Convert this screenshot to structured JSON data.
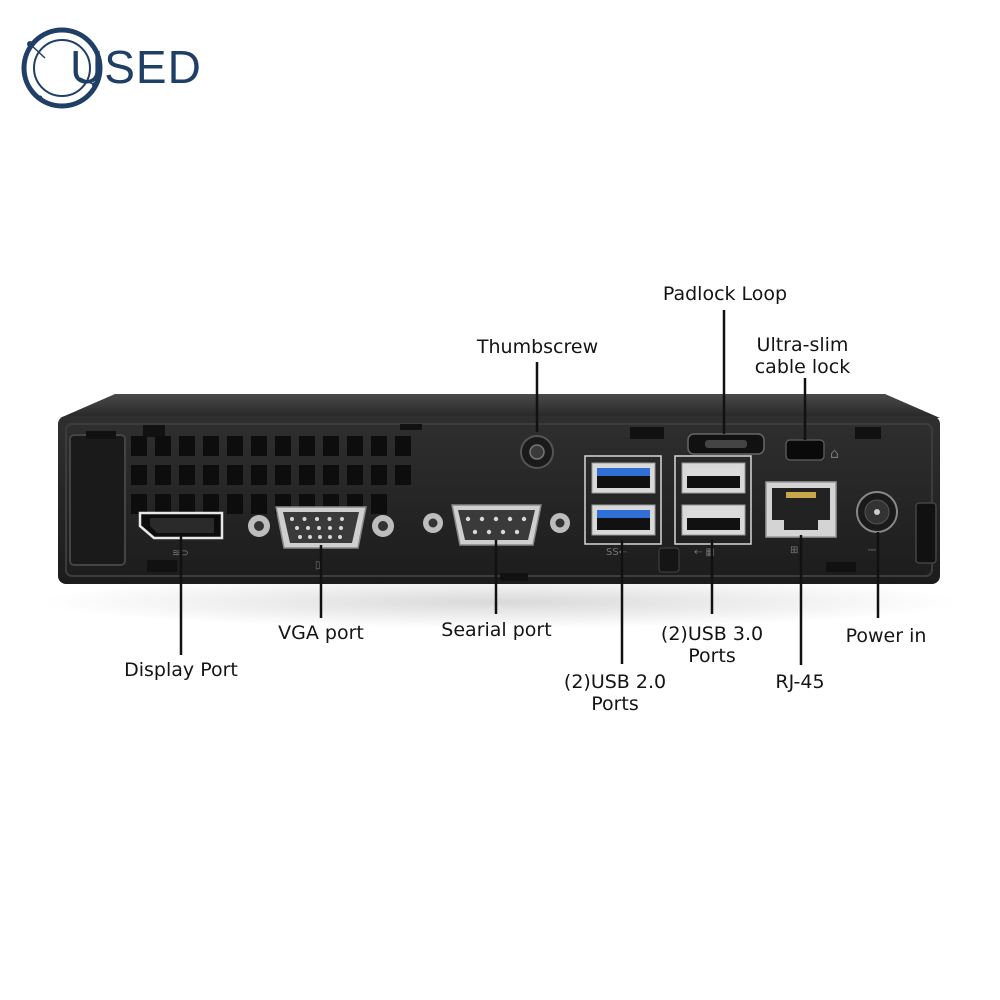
{
  "brand": {
    "logo_text": "USED",
    "logo_color": "#1f3f66"
  },
  "labels": {
    "padlock_loop": "Padlock Loop",
    "thumbscrew": "Thumbscrew",
    "ultra_slim_cable_lock_line1": "Ultra-slim",
    "ultra_slim_cable_lock_line2": "cable lock",
    "vga_port": "VGA port",
    "serial_port": "Searial port",
    "usb30_line1": "(2)USB 3.0",
    "usb30_line2": "Ports",
    "power_in": "Power in",
    "display_port": "Display Port",
    "usb20_line1": "(2)USB 2.0",
    "usb20_line2": "Ports",
    "rj45": "RJ-45"
  },
  "colors": {
    "chassis": "#2b2b2b",
    "chassis_top": "#3a3a3a",
    "usb3_blue": "#2f6fd6",
    "callout_line": "#111111"
  }
}
